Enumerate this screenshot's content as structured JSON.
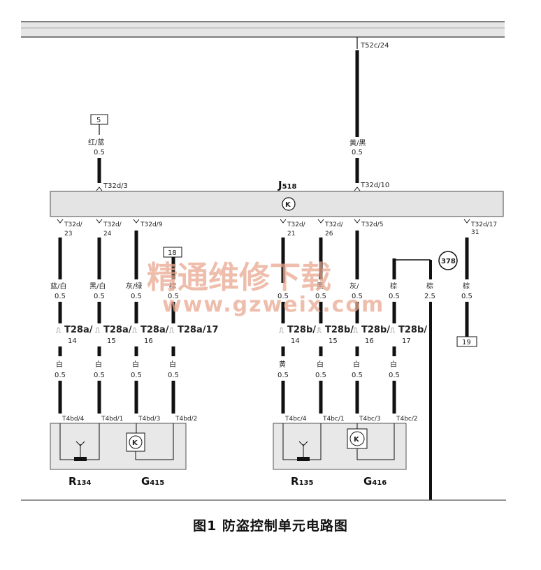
{
  "caption": "图1  防盗控制单元电路图",
  "watermark": {
    "line1": "精通维修下载",
    "line2": "www.gzweix.com"
  },
  "module": {
    "name": "J",
    "sub": "518",
    "symbol": "K"
  },
  "top_feed": {
    "pin": "T52c/24",
    "color": "黄/黑",
    "size": "0.5",
    "module_pin": "T32d/10"
  },
  "left_feed": {
    "ref": "5",
    "color": "红/蓝",
    "size": "0.5",
    "module_pin": "T32d/3"
  },
  "wires_left": [
    {
      "pin_a": "T32d/",
      "pin_b": "23",
      "color": "蓝/白",
      "size": "0.5",
      "conn": "T28a/",
      "conn_pin": "14",
      "color2": "白",
      "size2": "0.5",
      "end": "T4bd/4"
    },
    {
      "pin_a": "T32d/",
      "pin_b": "24",
      "color": "黑/白",
      "size": "0.5",
      "conn": "T28a/",
      "conn_pin": "15",
      "color2": "白",
      "size2": "0.5",
      "end": "T4bd/1"
    },
    {
      "pin_a": "T32d/9",
      "pin_b": "",
      "color": "灰/绿",
      "size": "0.5",
      "conn": "T28a/",
      "conn_pin": "16",
      "color2": "白",
      "size2": "0.5",
      "end": "T4bd/3"
    },
    {
      "pin_a": "",
      "pin_b": "",
      "color": "棕",
      "size": "0.5",
      "conn": "T28a/17",
      "conn_pin": "",
      "color2": "白",
      "size2": "0.5",
      "end": "T4bd/2"
    }
  ],
  "ref_18": "18",
  "wires_right": [
    {
      "pin_a": "T32d/",
      "pin_b": "21",
      "color": "",
      "size": "0.5",
      "conn": "T28b/",
      "conn_pin": "14",
      "color2": "黄",
      "size2": "0.5",
      "end": "T4bc/4"
    },
    {
      "pin_a": "T32d/",
      "pin_b": "26",
      "color": "黑",
      "size": "0.5",
      "conn": "T28b/",
      "conn_pin": "15",
      "color2": "白",
      "size2": "0.5",
      "end": "T4bc/1"
    },
    {
      "pin_a": "T32d/5",
      "pin_b": "",
      "color": "灰/",
      "size": "0.5",
      "conn": "T28b/",
      "conn_pin": "16",
      "color2": "白",
      "size2": "0.5",
      "end": "T4bc/3"
    },
    {
      "pin_a": "",
      "pin_b": "",
      "color": "棕",
      "size": "0.5",
      "conn": "T28b/",
      "conn_pin": "17",
      "color2": "白",
      "size2": "0.5",
      "end": "T4bc/2"
    }
  ],
  "ground_wire": {
    "ref": "378",
    "color": "棕",
    "size": "2.5"
  },
  "far_right": {
    "pin_a": "T32d/17",
    "pin_b": "31",
    "color": "棕",
    "size": "0.5",
    "ref": "19"
  },
  "components": {
    "r134": {
      "name": "R",
      "sub": "134"
    },
    "g415": {
      "name": "G",
      "sub": "415"
    },
    "r135": {
      "name": "R",
      "sub": "135"
    },
    "g416": {
      "name": "G",
      "sub": "416"
    }
  },
  "colors": {
    "bar_fill": "#e4e4e4",
    "wire": "#111111",
    "watermark": "#e9a88f"
  }
}
